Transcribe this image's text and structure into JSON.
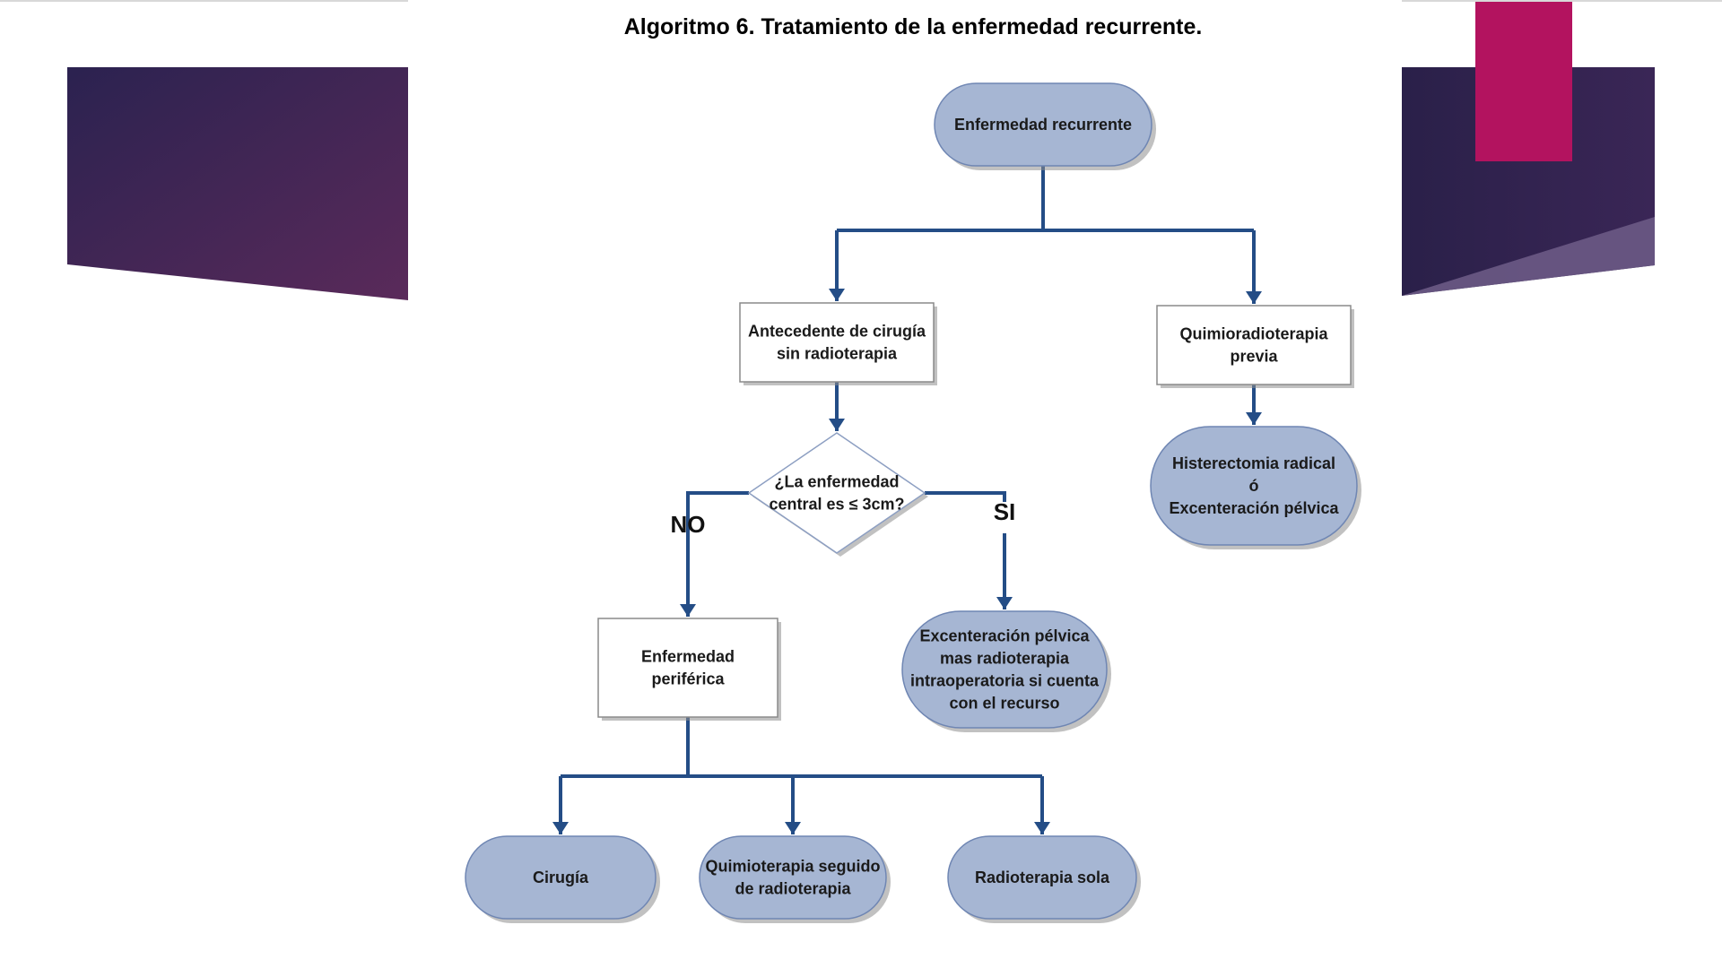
{
  "slide": {
    "colors": {
      "band_left_start": "#2b2250",
      "band_left_end": "#5a2a5a",
      "band_right_start": "#2a2049",
      "band_right_end": "#3a2656",
      "accent_magenta": "#b3135f",
      "flowchart_line": "#244d86",
      "node_fill": "#a6b6d3"
    }
  },
  "flowchart": {
    "title": "Algoritmo 6. Tratamiento de la enfermedad recurrente.",
    "nodes": {
      "recurrent": {
        "lines": [
          "Enfermedad recurrente"
        ]
      },
      "surgery_history": {
        "lines": [
          "Antecedente de cirugía",
          "sin radioterapia"
        ]
      },
      "prior_chemoradio": {
        "lines": [
          "Quimioradioterapia",
          "previa"
        ]
      },
      "decision": {
        "lines": [
          "¿La enfermedad",
          "central es ≤ 3cm?"
        ]
      },
      "radical_hysterectomy": {
        "lines": [
          "Histerectomia radical",
          "ó",
          "Excenteración pélvica"
        ]
      },
      "peripheral": {
        "lines": [
          "Enfermedad",
          "periférica"
        ]
      },
      "pelvic_exenteration": {
        "lines": [
          "Excenteración pélvica",
          "mas radioterapia",
          "intraoperatoria si cuenta",
          "con el recurso"
        ]
      },
      "surgery": {
        "lines": [
          "Cirugía"
        ]
      },
      "chemo_then_radio": {
        "lines": [
          "Quimioterapia seguido",
          "de radioterapia"
        ]
      },
      "radio_only": {
        "lines": [
          "Radioterapia sola"
        ]
      }
    },
    "branch_labels": {
      "no": "NO",
      "yes": "SI"
    }
  }
}
